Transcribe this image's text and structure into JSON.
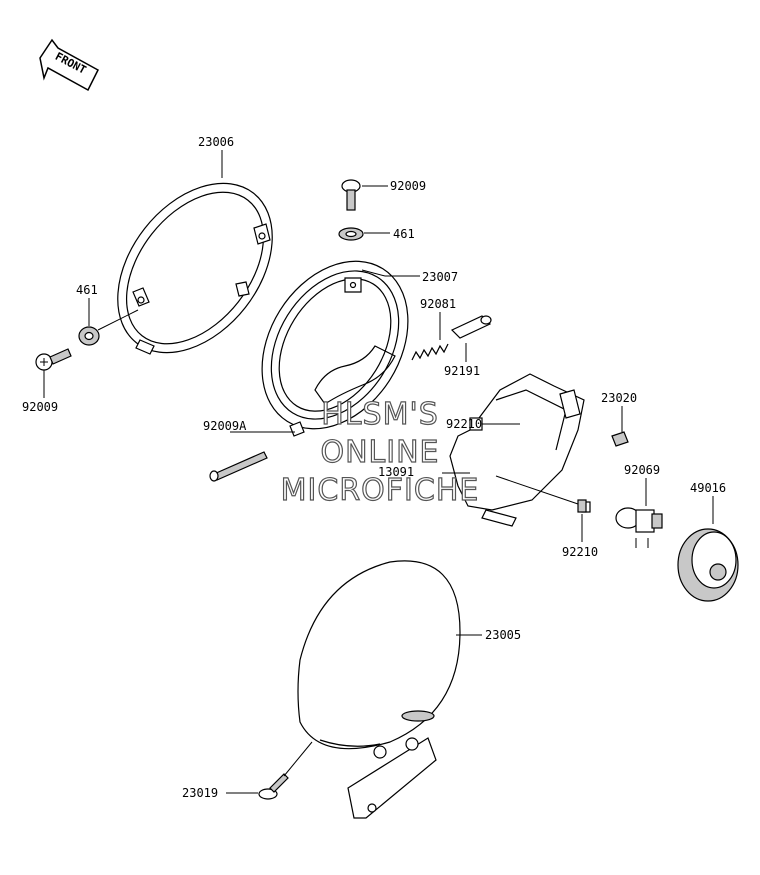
{
  "front_label": "FRONT",
  "watermark": [
    "HLSM'S",
    "ONLINE",
    "MICROFICHE"
  ],
  "callouts": {
    "p23006": "23006",
    "p92009_top": "92009",
    "p461_top": "461",
    "p23007": "23007",
    "p461_left": "461",
    "p92081": "92081",
    "p92009_left": "92009",
    "p92191": "92191",
    "p92009A": "92009A",
    "p92210_mid": "92210",
    "p13091": "13091",
    "p23020": "23020",
    "p92069": "92069",
    "p49016": "49016",
    "p92210_bot": "92210",
    "p23005": "23005",
    "p23019": "23019"
  }
}
